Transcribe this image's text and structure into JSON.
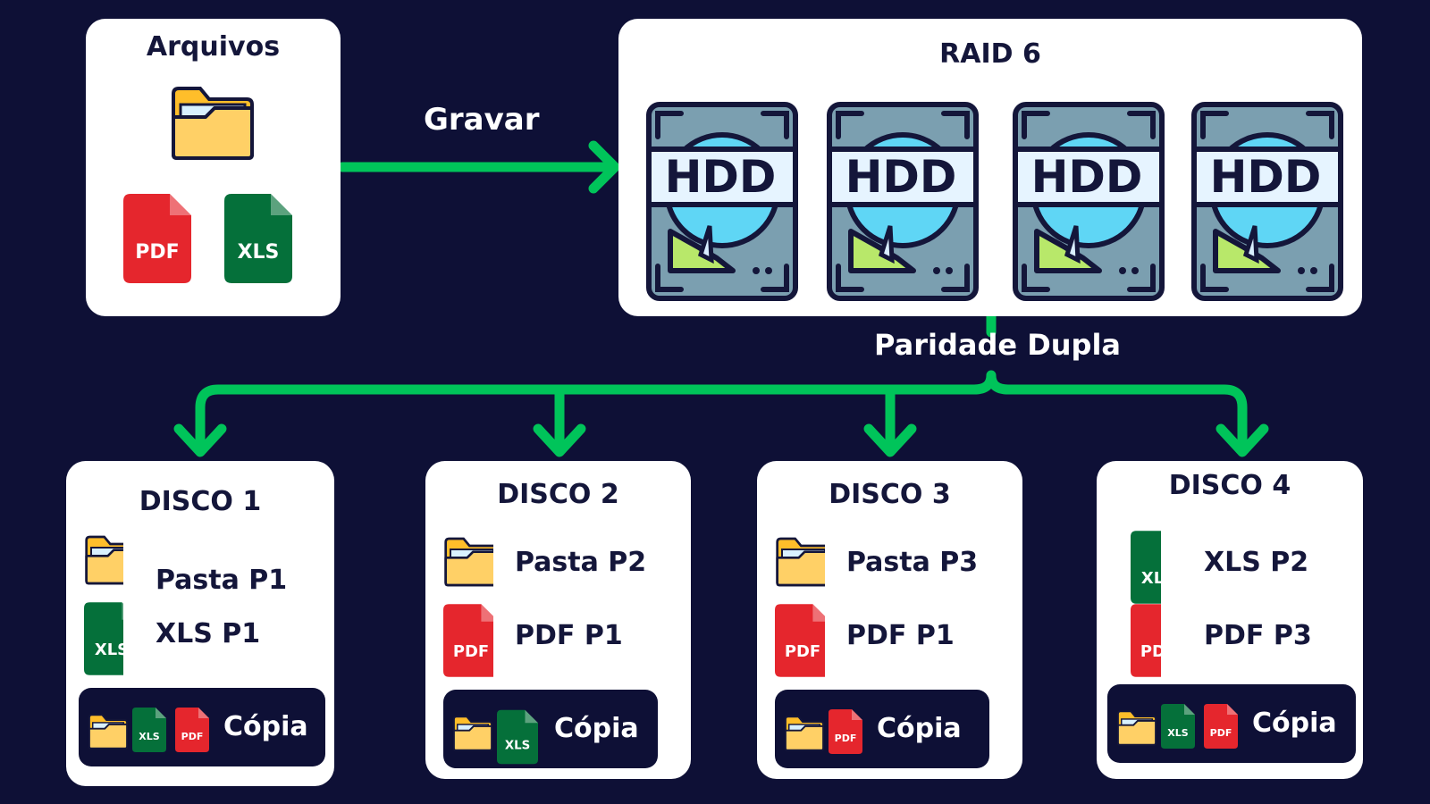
{
  "colors": {
    "background": "#0e1036",
    "card": "#ffffff",
    "arrow": "#00c45a",
    "text_dark": "#14163a",
    "pdf": "#e5262d",
    "xls": "#05703a",
    "folder": "#ffd066"
  },
  "source": {
    "title": "Arquivos",
    "files": [
      {
        "icon": "folder-icon"
      },
      {
        "icon": "pdf-icon",
        "label": "PDF"
      },
      {
        "icon": "xls-icon",
        "label": "XLS"
      }
    ]
  },
  "write_label": "Gravar",
  "raid": {
    "title": "RAID 6",
    "disks": [
      {
        "label": "HDD"
      },
      {
        "label": "HDD"
      },
      {
        "label": "HDD"
      },
      {
        "label": "HDD"
      }
    ]
  },
  "parity_label": "Paridade Dupla",
  "discs": [
    {
      "title": "DISCO 1",
      "items": [
        {
          "icon": "folder-icon",
          "label": "Pasta P1"
        },
        {
          "icon": "xls-icon",
          "label": "XLS P1"
        }
      ],
      "copy": {
        "icons": [
          "folder",
          "xls",
          "pdf"
        ],
        "label": "Cópia"
      }
    },
    {
      "title": "DISCO 2",
      "items": [
        {
          "icon": "folder-icon",
          "label": "Pasta P2"
        },
        {
          "icon": "pdf-icon",
          "label": "PDF P1"
        }
      ],
      "copy": {
        "icons": [
          "folder",
          "xls"
        ],
        "label": "Cópia"
      }
    },
    {
      "title": "DISCO 3",
      "items": [
        {
          "icon": "folder-icon",
          "label": "Pasta P3"
        },
        {
          "icon": "pdf-icon",
          "label": "PDF P1"
        }
      ],
      "copy": {
        "icons": [
          "folder",
          "pdf"
        ],
        "label": "Cópia"
      }
    },
    {
      "title": "DISCO 4",
      "items": [
        {
          "icon": "xls-icon",
          "label": "XLS P2"
        },
        {
          "icon": "pdf-icon",
          "label": "PDF P3"
        }
      ],
      "copy": {
        "icons": [
          "folder",
          "xls",
          "pdf"
        ],
        "label": "Cópia"
      }
    }
  ]
}
